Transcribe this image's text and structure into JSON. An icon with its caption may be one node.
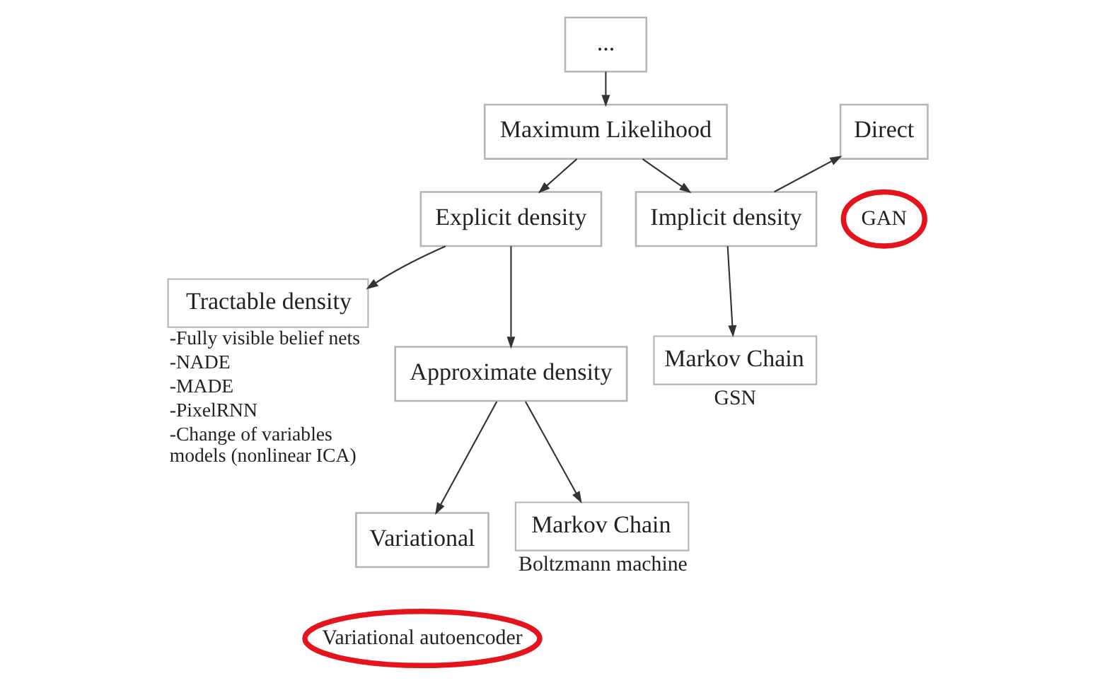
{
  "diagram": {
    "nodes": [
      {
        "text": [
          "..."
        ]
      },
      {
        "text": [
          "Maximum Likelihood"
        ]
      },
      {
        "text": [
          "Direct"
        ]
      },
      {
        "text": [
          "GAN"
        ]
      },
      {
        "text": [
          "Explicit density"
        ]
      },
      {
        "text": [
          "Implicit density"
        ]
      },
      {
        "text": [
          "Tractable density"
        ],
        "beside": [
          "-Fully visible belief nets",
          "-NADE",
          "-MADE",
          "-PixelRNN",
          "-Change of variables models (nonlinear ICA)"
        ]
      },
      {
        "text": [
          "Approximate density"
        ]
      },
      {
        "text": [
          "Markov Chain"
        ],
        "beside": [
          "GSN"
        ]
      },
      {
        "text": [
          "Variational"
        ]
      },
      {
        "text": [
          "Markov Chain"
        ],
        "beside": [
          "Boltzmann machine"
        ]
      },
      {
        "text": [
          "Variational autoencoder"
        ]
      }
    ],
    "edges": [
      {
        "from": 0,
        "to": 1,
        "arrow": "to"
      },
      {
        "from": 1,
        "to": 4,
        "arrow": "to"
      },
      {
        "from": 1,
        "to": 5,
        "arrow": "to"
      },
      {
        "from": 5,
        "to": 2,
        "arrow": "to"
      },
      {
        "from": 5,
        "to": 8,
        "arrow": "to"
      },
      {
        "from": 4,
        "to": 6,
        "arrow": "to"
      },
      {
        "from": 4,
        "to": 7,
        "arrow": "to"
      },
      {
        "from": 7,
        "to": 9,
        "arrow": "to"
      },
      {
        "from": 7,
        "to": 10,
        "arrow": "to"
      }
    ]
  }
}
